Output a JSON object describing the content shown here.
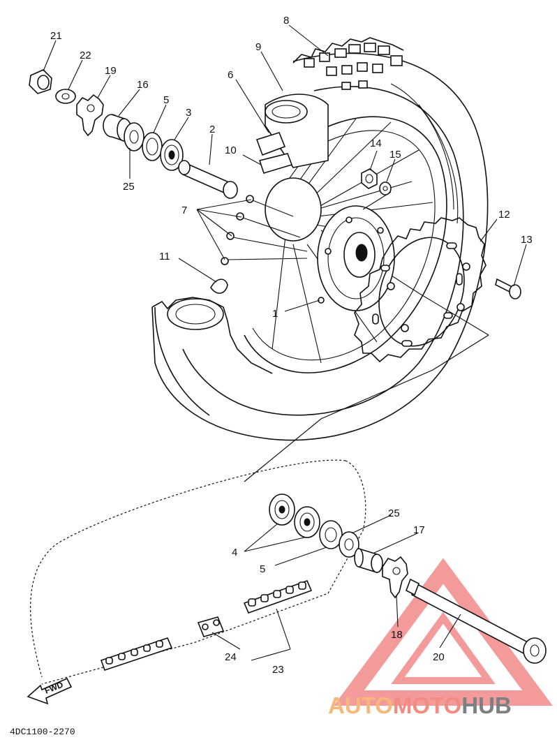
{
  "diagram": {
    "code": "4DC1100-2270",
    "fwd_label": "FWD",
    "callouts": [
      {
        "id": "c1",
        "text": "1"
      },
      {
        "id": "c2",
        "text": "2"
      },
      {
        "id": "c3",
        "text": "3"
      },
      {
        "id": "c4",
        "text": "4"
      },
      {
        "id": "c5a",
        "text": "5"
      },
      {
        "id": "c5b",
        "text": "5"
      },
      {
        "id": "c6",
        "text": "6"
      },
      {
        "id": "c7",
        "text": "7"
      },
      {
        "id": "c8",
        "text": "8"
      },
      {
        "id": "c9",
        "text": "9"
      },
      {
        "id": "c10",
        "text": "10"
      },
      {
        "id": "c11",
        "text": "11"
      },
      {
        "id": "c12",
        "text": "12"
      },
      {
        "id": "c13",
        "text": "13"
      },
      {
        "id": "c14",
        "text": "14"
      },
      {
        "id": "c15",
        "text": "15"
      },
      {
        "id": "c16",
        "text": "16"
      },
      {
        "id": "c17",
        "text": "17"
      },
      {
        "id": "c18",
        "text": "18"
      },
      {
        "id": "c19",
        "text": "19"
      },
      {
        "id": "c20",
        "text": "20"
      },
      {
        "id": "c21",
        "text": "21"
      },
      {
        "id": "c22",
        "text": "22"
      },
      {
        "id": "c23",
        "text": "23"
      },
      {
        "id": "c24",
        "text": "24"
      },
      {
        "id": "c25a",
        "text": "25"
      },
      {
        "id": "c25b",
        "text": "25"
      }
    ]
  },
  "watermark": {
    "part1": "AUTO",
    "part2": "MOTO",
    "part3": "HUB",
    "color1": "#f5b87a",
    "color2": "#f28b82",
    "color3": "#7d7f82",
    "triangle_color": "#f07a7a"
  }
}
